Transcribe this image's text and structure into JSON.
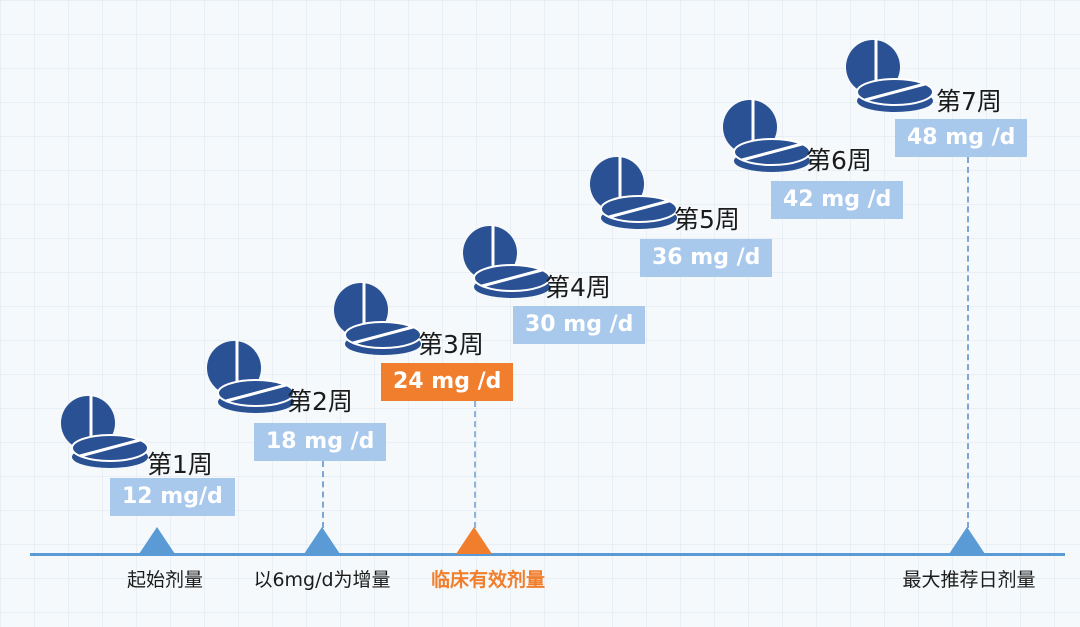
{
  "colors": {
    "pill": "#2a5193",
    "dose_box": "#a8c8ec",
    "highlight": "#f07e2c",
    "axis": "#5b9bd5"
  },
  "steps": [
    {
      "week": "第1周",
      "dose": "12 mg/d",
      "highlight": false
    },
    {
      "week": "第2周",
      "dose": "18 mg /d",
      "highlight": false
    },
    {
      "week": "第3周",
      "dose": "24 mg /d",
      "highlight": true
    },
    {
      "week": "第4周",
      "dose": "30 mg /d",
      "highlight": false
    },
    {
      "week": "第5周",
      "dose": "36 mg /d",
      "highlight": false
    },
    {
      "week": "第6周",
      "dose": "42 mg /d",
      "highlight": false
    },
    {
      "week": "第7周",
      "dose": "48 mg /d",
      "highlight": false
    }
  ],
  "axis_labels": [
    {
      "text": "起始剂量",
      "highlight": false
    },
    {
      "text": "以6mg/d为增量",
      "highlight": false
    },
    {
      "text": "临床有效剂量",
      "highlight": true
    },
    {
      "text": "最大推荐日剂量",
      "highlight": false
    }
  ]
}
